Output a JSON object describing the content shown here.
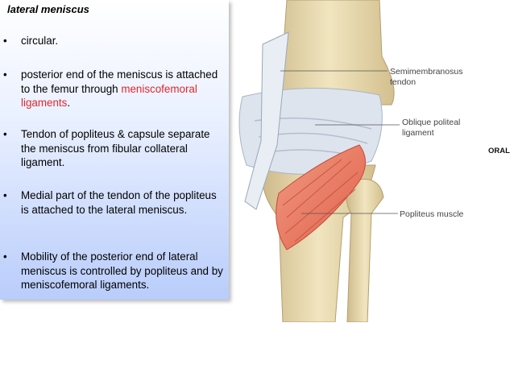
{
  "panel": {
    "title": "lateral meniscus",
    "bullets": [
      {
        "text": "circular."
      },
      {
        "text_before": " posterior end of the meniscus is attached to the femur through ",
        "highlight": "meniscofemoral ligaments",
        "text_after": "."
      },
      {
        "text": "Tendon of popliteus & capsule separate the meniscus from fibular collateral ligament."
      },
      {
        "text": "Medial part of the tendon of the popliteus is attached to the lateral meniscus."
      },
      {
        "text": "Mobility of the posterior end of lateral meniscus is controlled by popliteus and by meniscofemoral ligaments."
      }
    ],
    "bullet_symbol": "•"
  },
  "figure": {
    "labels": {
      "semimembranosus_line1": "Semimembranosus",
      "semimembranosus_line2": "tendon",
      "oblique_line1": "Oblique politeal",
      "oblique_line2": "ligament",
      "popliteus": "Popliteus muscle"
    },
    "side_label": "ORAL"
  },
  "colors": {
    "highlight_red": "#e3262b",
    "bone": "#e8d9a8",
    "muscle": "#e8735a",
    "ligament": "#dfe6ee"
  }
}
